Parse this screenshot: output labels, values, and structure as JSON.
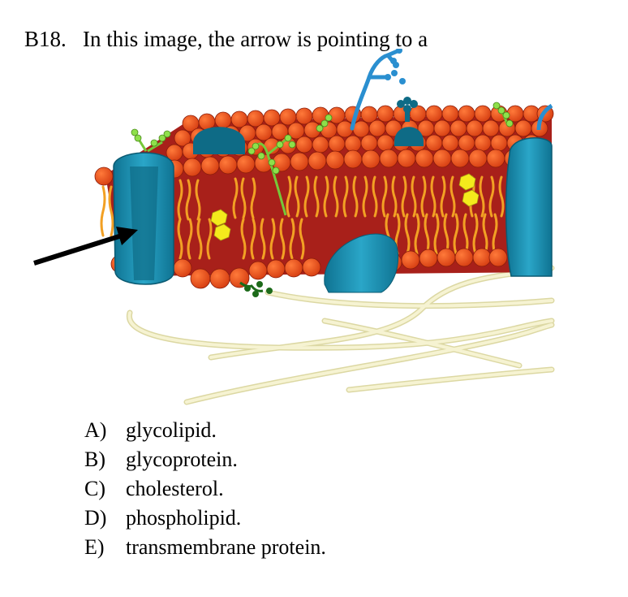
{
  "question": {
    "number": "B18.",
    "text": "In this image, the arrow is pointing to a"
  },
  "figure": {
    "description_icon": "cell-membrane-diagram",
    "colors": {
      "phospholipid_head": "#e8501c",
      "tail": "#f2a024",
      "protein": "#1a8fb0",
      "protein_dark": "#0e6b86",
      "glycolipid_chain": "#8ee04a",
      "cholesterol": "#f4ea1c",
      "filament": "#f3f0c4",
      "membrane_core": "#a8201a",
      "arrow": "#000000"
    }
  },
  "options": [
    {
      "letter": "A)",
      "text": "glycolipid."
    },
    {
      "letter": "B)",
      "text": "glycoprotein."
    },
    {
      "letter": "C)",
      "text": "cholesterol."
    },
    {
      "letter": "D)",
      "text": "phospholipid."
    },
    {
      "letter": "E)",
      "text": "transmembrane protein."
    }
  ]
}
